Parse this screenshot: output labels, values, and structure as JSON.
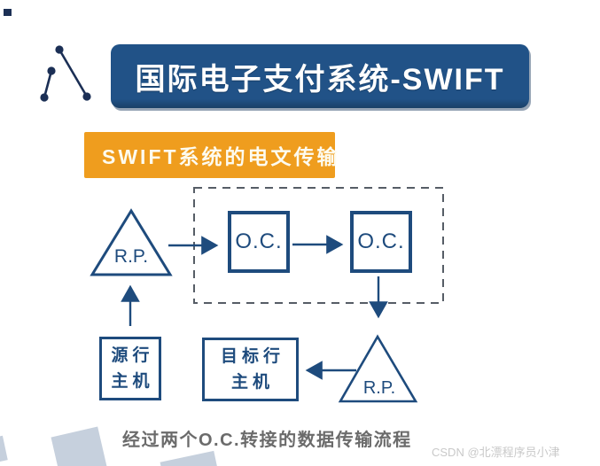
{
  "header": {
    "title": "国际电子支付系统-SWIFT"
  },
  "section": {
    "title": "SWIFT系统的电文传输"
  },
  "diagram": {
    "rp_top": "R.P.",
    "oc1": "O.C.",
    "oc2": "O.C.",
    "rp_bottom": "R.P.",
    "source_host": {
      "line1": "源行",
      "line2": "主机"
    },
    "target_host": {
      "line1": "目标行",
      "line2": "主机"
    },
    "caption": "经过两个O.C.转接的数据传输流程"
  },
  "watermark": "CSDN @北漂程序员小津",
  "icons": {
    "logo": "network-dots-icon"
  },
  "colors": {
    "navy_line": "#1e4b7d",
    "banner_blue": "#215287",
    "banner_shadow": "#1a4066",
    "orange": "#ef9d1e",
    "dashed_border": "#565d66",
    "caption_gray": "#6b6b6b",
    "watermark_gray": "#c9c9c9",
    "decor_blue_gray": "#c6d0dd",
    "logo_navy": "#1b2f55"
  }
}
